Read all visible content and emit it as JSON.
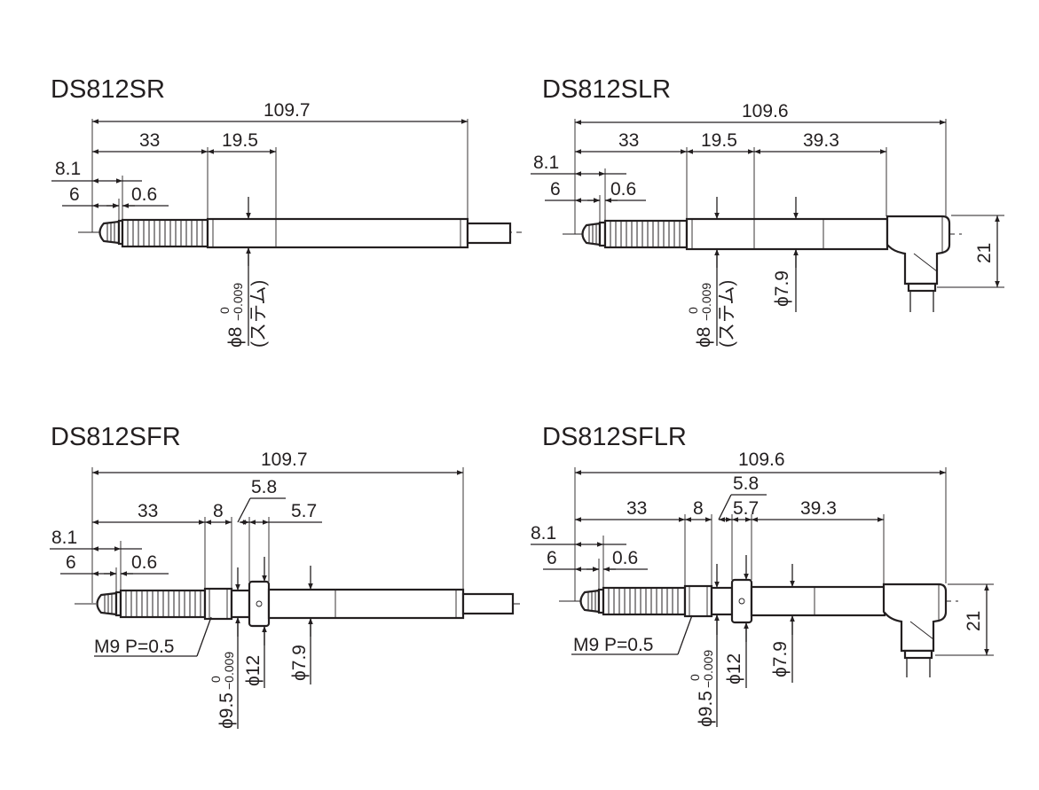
{
  "colors": {
    "ink": "#231f20",
    "background": "#ffffff"
  },
  "views": {
    "sr": {
      "title": "DS812SR",
      "total": "109.7",
      "d33": "33",
      "d195": "19.5",
      "d81": "8.1",
      "d6": "6",
      "d06": "0.6",
      "phi8": "ϕ8",
      "tol_upper": "0",
      "tol_lower": "−0.009",
      "stem": "(ステム)"
    },
    "slr": {
      "title": "DS812SLR",
      "total": "109.6",
      "d33": "33",
      "d195": "19.5",
      "d393": "39.3",
      "d81": "8.1",
      "d6": "6",
      "d06": "0.6",
      "phi8": "ϕ8",
      "tol_upper": "0",
      "tol_lower": "−0.009",
      "stem": "(ステム)",
      "phi79": "ϕ7.9",
      "d21": "21"
    },
    "sfr": {
      "title": "DS812SFR",
      "total": "109.7",
      "d33": "33",
      "d8": "8",
      "d58": "5.8",
      "d57": "5.7",
      "d81": "8.1",
      "d6": "6",
      "d06": "0.6",
      "thread": "M9 P=0.5",
      "phi95": "ϕ9.5",
      "tol_upper": "0",
      "tol_lower": "−0.009",
      "phi12": "ϕ12",
      "phi79": "ϕ7.9"
    },
    "sflr": {
      "title": "DS812SFLR",
      "total": "109.6",
      "d33": "33",
      "d8": "8",
      "d58": "5.8",
      "d57": "5.7",
      "d393": "39.3",
      "d81": "8.1",
      "d6": "6",
      "d06": "0.6",
      "thread": "M9 P=0.5",
      "phi95": "ϕ9.5",
      "tol_upper": "0",
      "tol_lower": "−0.009",
      "phi12": "ϕ12",
      "phi79": "ϕ7.9",
      "d21": "21"
    }
  }
}
